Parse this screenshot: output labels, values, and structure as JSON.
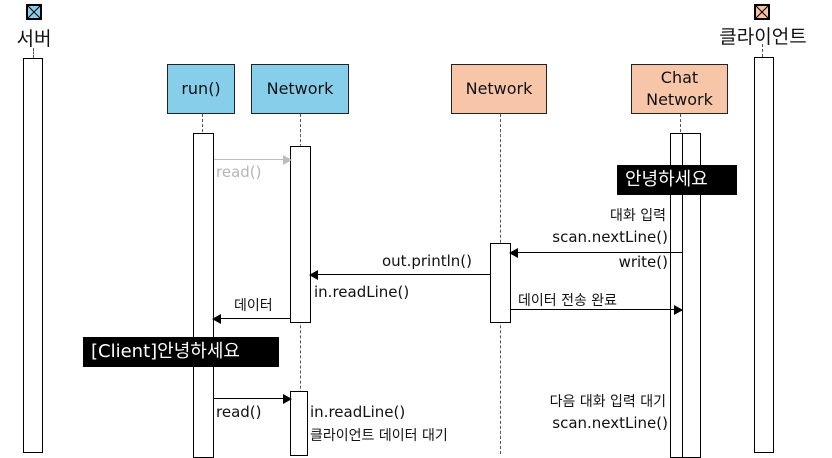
{
  "actors": {
    "server": {
      "label": "서버",
      "icon": "actor-box-icon",
      "color": "#87ceeb"
    },
    "client": {
      "label": "클라이언트",
      "icon": "actor-box-icon",
      "color": "#f4c3a6"
    }
  },
  "participants": [
    {
      "id": "run",
      "label": "run()",
      "side": "server",
      "color": "#87ceeb"
    },
    {
      "id": "server-network",
      "label": "Network",
      "side": "server",
      "color": "#87ceeb"
    },
    {
      "id": "client-network",
      "label": "Network",
      "side": "client",
      "color": "#f7c6a8"
    },
    {
      "id": "chat-network",
      "label": "Chat\nNetwork",
      "line1": "Chat",
      "line2": "Network",
      "side": "client",
      "color": "#f7c6a8"
    }
  ],
  "messages": [
    {
      "id": "read-gray",
      "label": "read()",
      "from": "run",
      "to": "server-network",
      "style": "inactive"
    },
    {
      "id": "chat-input",
      "label_line1": "대화 입력",
      "label_line2": "scan.nextLine()",
      "label_line3": "write()",
      "from": "chat-network",
      "to": "client-network"
    },
    {
      "id": "out-println",
      "label": "out.println()",
      "sub_label": "in.readLine()",
      "from": "client-network",
      "to": "server-network"
    },
    {
      "id": "data-return",
      "label": "데이터",
      "from": "server-network",
      "to": "run"
    },
    {
      "id": "send-complete",
      "label": "데이터 전송 완료",
      "from": "client-network",
      "to": "chat-network"
    },
    {
      "id": "read-again",
      "label": "read()",
      "from": "run",
      "to": "server-network",
      "note_line1": "in.readLine()",
      "note_line2": "클라이언트 데이터 대기"
    }
  ],
  "notes": {
    "client_message": "안녕하세요",
    "server_received": "[Client]안녕하세요",
    "wait_next_line1": "다음 대화 입력 대기",
    "wait_next_line2": "scan.nextLine()"
  }
}
